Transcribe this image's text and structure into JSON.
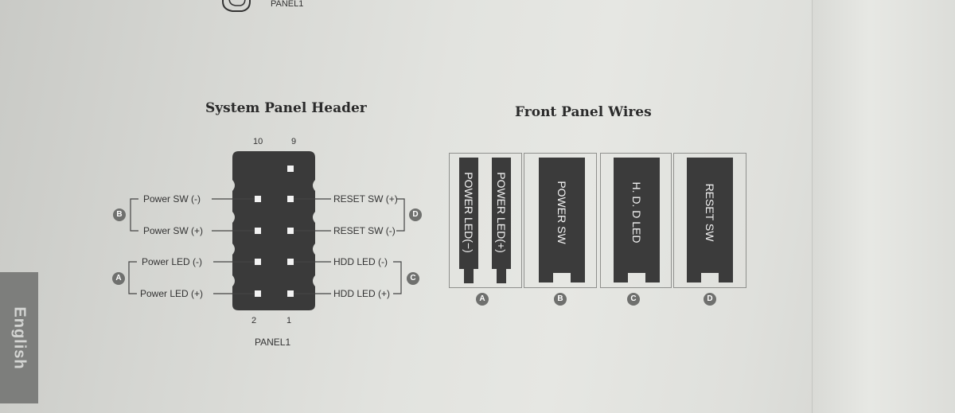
{
  "top_fragment": {
    "panel_label": "PANEL1"
  },
  "header_section": {
    "title": "System Panel Header",
    "pin_top_left": "10",
    "pin_top_right": "9",
    "pin_bottom_left": "2",
    "pin_bottom_right": "1",
    "panel_label": "PANEL1",
    "left_labels": [
      "Power SW (-)",
      "Power SW (+)",
      "Power LED (-)",
      "Power LED (+)"
    ],
    "right_labels": [
      "RESET SW (+)",
      "RESET SW (-)",
      "HDD LED (-)",
      "HDD LED (+)"
    ],
    "left_groups": [
      "B",
      "A"
    ],
    "right_groups": [
      "D",
      "C"
    ]
  },
  "wires_section": {
    "title": "Front Panel Wires",
    "groups": [
      {
        "id": "A",
        "wires": [
          "POWER LED(−)",
          "POWER LED(+)"
        ]
      },
      {
        "id": "B",
        "wires": [
          "POWER SW"
        ]
      },
      {
        "id": "C",
        "wires": [
          "H. D. D LED"
        ]
      },
      {
        "id": "D",
        "wires": [
          "RESET SW"
        ]
      }
    ]
  },
  "side_tab": {
    "label": "English"
  },
  "colors": {
    "connector": "#3a3a3a",
    "pin": "#f2f2f2",
    "badge": "#6f706e",
    "tab": "#7d7e7c"
  }
}
